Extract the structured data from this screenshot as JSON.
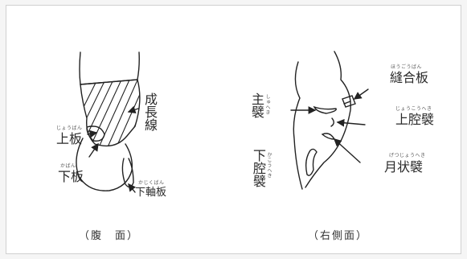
{
  "ventral_view": {
    "caption": "（腹　面）",
    "labels": {
      "growth_line": "成長線",
      "upper_plate": {
        "text": "上板",
        "ruby": "じょうばん"
      },
      "lower_plate": {
        "text": "下板",
        "ruby": "かばん"
      },
      "lower_shaft_plate": {
        "text": "下軸板",
        "ruby": "かじくばん"
      }
    }
  },
  "right_side_view": {
    "caption": "（右側面）",
    "labels": {
      "suture_plate": {
        "text": "縫合板",
        "ruby": "ほうごうばん"
      },
      "main_fold": {
        "text": "主襞",
        "ruby": "しゅへき"
      },
      "upper_cavity_fold": {
        "text": "上腔襞",
        "ruby": "じょうこうへき"
      },
      "lower_cavity_fold": {
        "text": "下腔襞",
        "ruby": "かこうへき"
      },
      "lunar_fold": {
        "text": "月状襞",
        "ruby": "げつじょうへき"
      }
    }
  }
}
